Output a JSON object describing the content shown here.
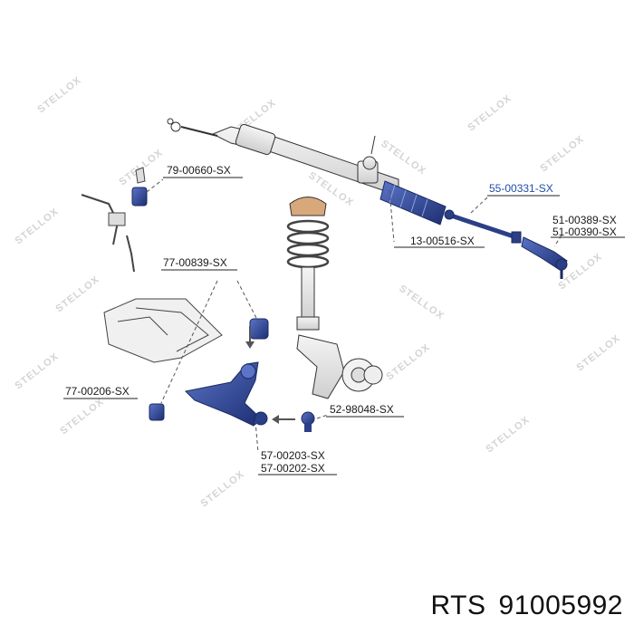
{
  "watermark_text": "STELLOX",
  "colors": {
    "highlight": "#1f4fa8",
    "part_blue": "#2a3f86",
    "line": "#222222"
  },
  "parts": [
    {
      "id": "p1",
      "code": "79-00660-SX",
      "highlighted": false
    },
    {
      "id": "p2",
      "code": "55-00331-SX",
      "highlighted": true
    },
    {
      "id": "p3",
      "code": "51-00389-SX",
      "highlighted": false
    },
    {
      "id": "p4",
      "code": "51-00390-SX",
      "highlighted": false
    },
    {
      "id": "p5",
      "code": "13-00516-SX",
      "highlighted": false
    },
    {
      "id": "p6",
      "code": "77-00839-SX",
      "highlighted": false
    },
    {
      "id": "p7",
      "code": "77-00206-SX",
      "highlighted": false
    },
    {
      "id": "p8",
      "code": "52-98048-SX",
      "highlighted": false
    },
    {
      "id": "p9",
      "code": "57-00203-SX",
      "highlighted": false
    },
    {
      "id": "p10",
      "code": "57-00202-SX",
      "highlighted": false
    }
  ],
  "caption": {
    "brand": "RTS",
    "number": "91005992"
  }
}
